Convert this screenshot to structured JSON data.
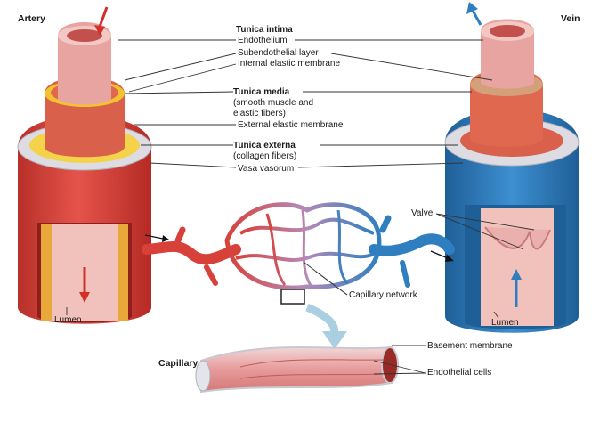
{
  "titles": {
    "artery": "Artery",
    "vein": "Vein",
    "capillary": "Capillary"
  },
  "labels": {
    "tunica_intima": "Tunica intima",
    "endothelium": "Endothelium",
    "subendothelial": "Subendothelial layer",
    "internal_elastic": "Internal elastic membrane",
    "tunica_media": "Tunica media",
    "media_desc_1": "(smooth muscle and",
    "media_desc_2": "elastic fibers)",
    "external_elastic": "External elastic membrane",
    "tunica_externa": "Tunica externa",
    "externa_desc": "(collagen fibers)",
    "vasa_vasorum": "Vasa vasorum",
    "valve": "Valve",
    "capillary_network": "Capillary network",
    "lumen_artery": "Lumen",
    "lumen_vein": "Lumen",
    "basement_membrane": "Basement membrane",
    "endothelial_cells": "Endothelial cells"
  },
  "colors": {
    "artery_red": "#d8413a",
    "artery_dark": "#b52a25",
    "vein_blue": "#2f7fc0",
    "vein_dark": "#1f5f98",
    "intima_pink": "#e79a9a",
    "media_yellow": "#f2c230",
    "externa_grey": "#d8d8de",
    "leader": "#333333",
    "callout": "#a9cfe0"
  }
}
